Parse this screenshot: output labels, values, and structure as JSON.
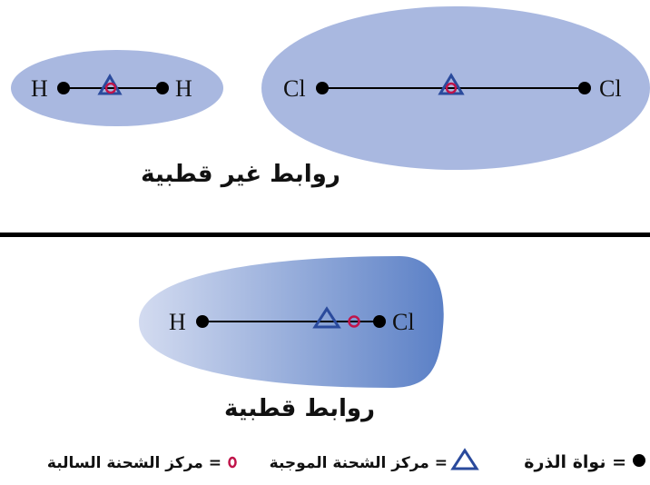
{
  "nonpolar": {
    "label": "روابط غير قطبية",
    "h2": {
      "left_atom": "H",
      "right_atom": "H"
    },
    "cl2": {
      "left_atom": "Cl",
      "right_atom": "Cl"
    }
  },
  "polar": {
    "label": "روابط قطبية",
    "hcl": {
      "left_atom": "H",
      "right_atom": "Cl"
    }
  },
  "legend": {
    "nucleus": "= نواة الذرة",
    "positive_center": "= مركز الشحنة الموجبة",
    "negative_center": "= مركز الشحنة السالبة"
  },
  "colors": {
    "cloud": "#a9b8e0",
    "cloud_light": "#d3dbf0",
    "cloud_dark": "#5b80c6",
    "positive": "#2a4a9c",
    "negative": "#c0144a"
  }
}
